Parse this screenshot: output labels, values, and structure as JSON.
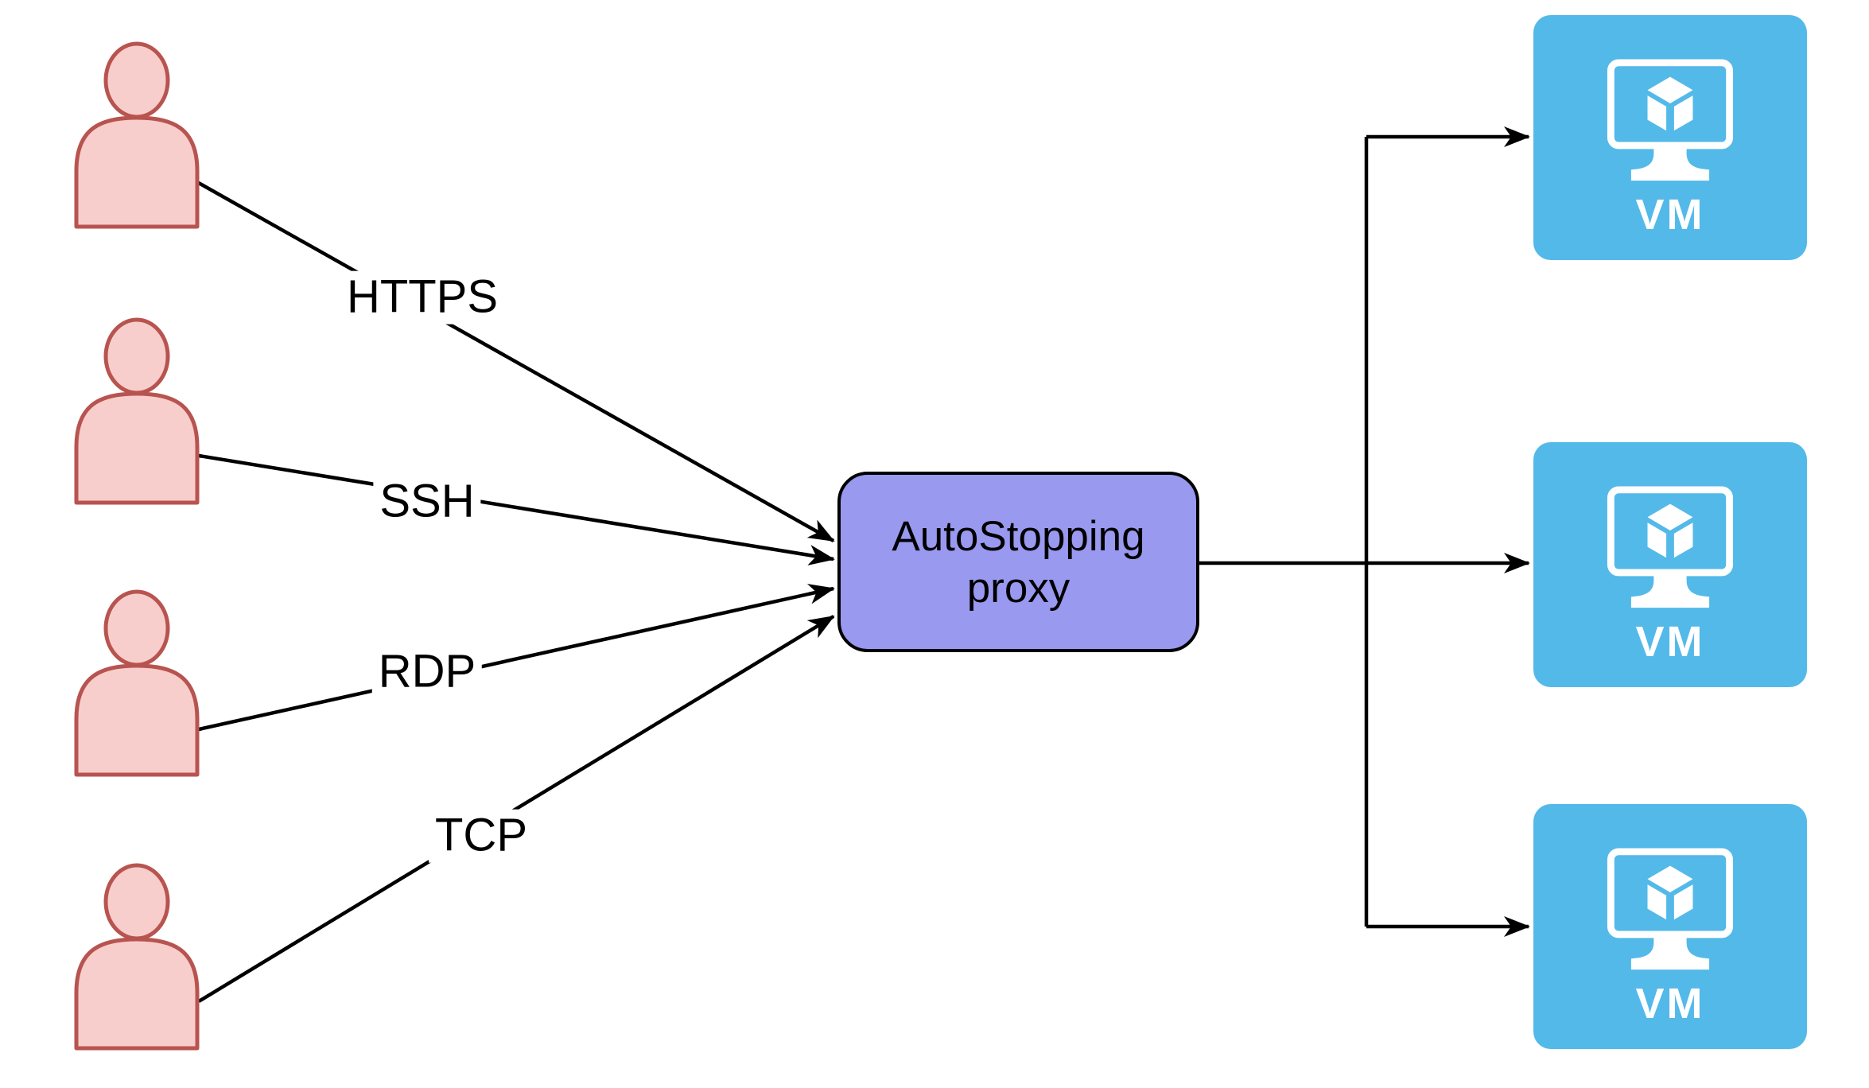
{
  "colors": {
    "background": "#FFFFFF",
    "user_fill": "#F8CECC",
    "user_stroke": "#B85450",
    "proxy_fill": "#9999F0",
    "proxy_border": "#000000",
    "proxy_text": "#000000",
    "vm_fill": "#53B9E9",
    "vm_text": "#FFFFFF",
    "connector": "#000000",
    "label_text": "#000000"
  },
  "users": [
    {
      "icon": "user-icon"
    },
    {
      "icon": "user-icon"
    },
    {
      "icon": "user-icon"
    },
    {
      "icon": "user-icon"
    }
  ],
  "connections": [
    {
      "label": "HTTPS"
    },
    {
      "label": "SSH"
    },
    {
      "label": "RDP"
    },
    {
      "label": "TCP"
    }
  ],
  "proxy": {
    "label": "AutoStopping proxy"
  },
  "vms": [
    {
      "label": "VM",
      "icon": "vm-monitor-cube-icon"
    },
    {
      "label": "VM",
      "icon": "vm-monitor-cube-icon"
    },
    {
      "label": "VM",
      "icon": "vm-monitor-cube-icon"
    }
  ]
}
